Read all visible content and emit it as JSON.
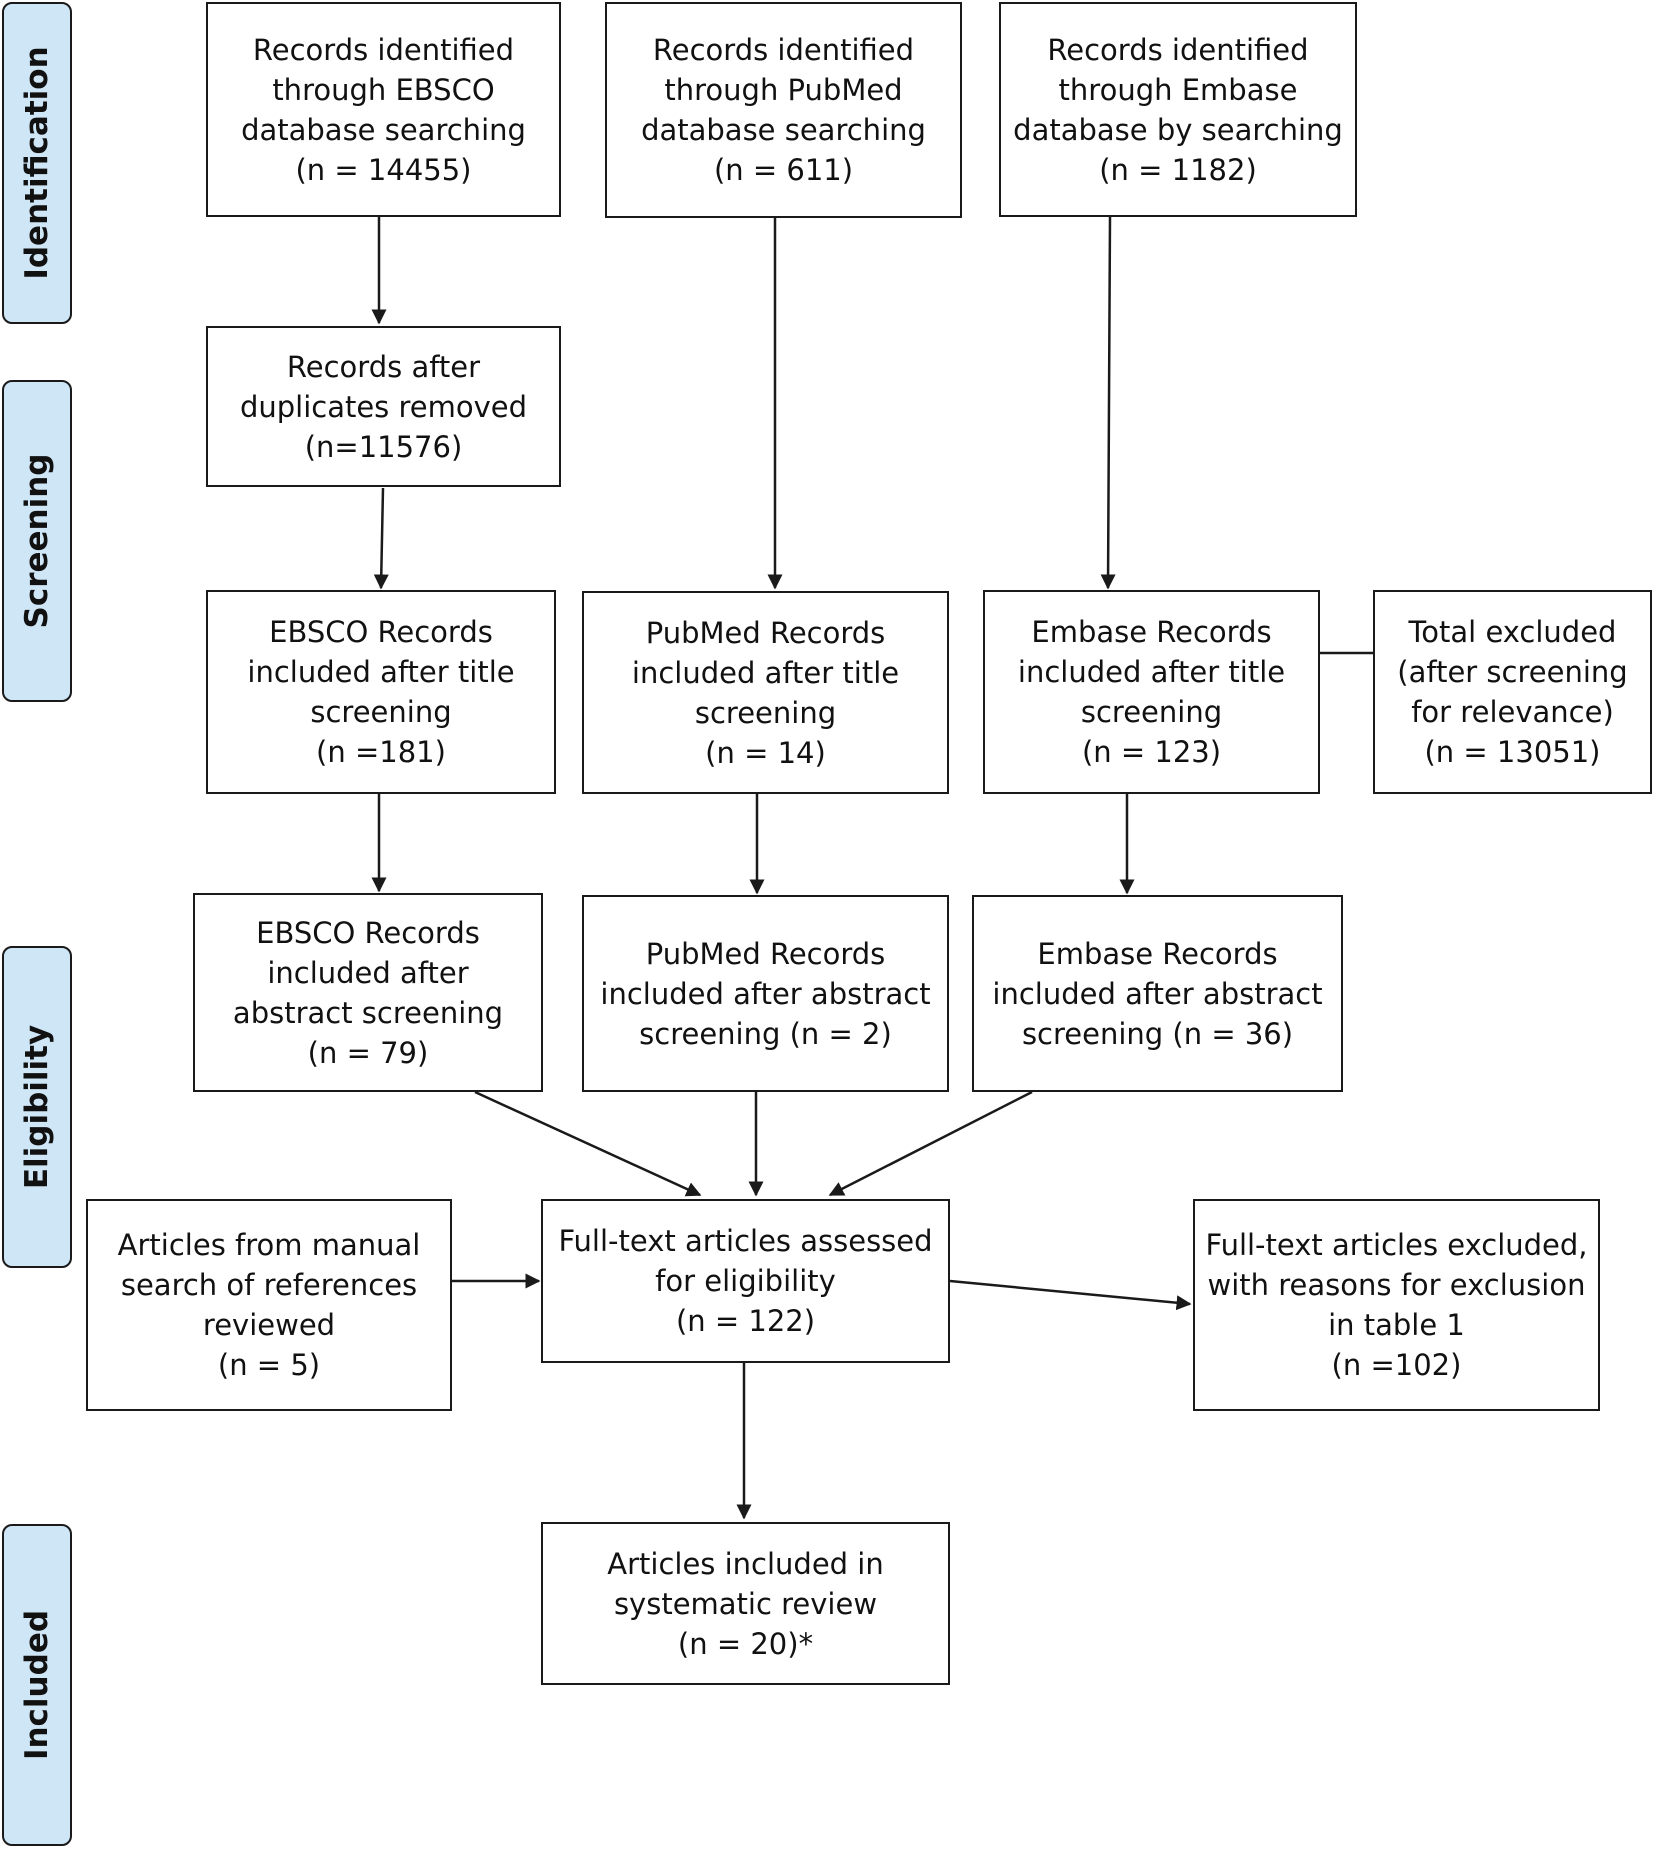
{
  "stages": {
    "identification": "Identification",
    "screening": "Screening",
    "eligibility": "Eligibility",
    "included": "Included"
  },
  "boxes": {
    "ebsco_identified": "Records identified\nthrough EBSCO\ndatabase searching\n(n = 14455)",
    "pubmed_identified": "Records identified\nthrough PubMed\ndatabase searching\n(n = 611)",
    "embase_identified": "Records identified\nthrough Embase\ndatabase by searching\n(n = 1182)",
    "duplicates_removed": "Records after\nduplicates removed\n(n=11576)",
    "ebsco_title": "EBSCO Records\nincluded after title\nscreening\n(n =181)",
    "pubmed_title": "PubMed Records\nincluded after title\nscreening\n(n = 14)",
    "embase_title": "Embase Records\nincluded after title\nscreening\n(n = 123)",
    "total_excluded": "Total excluded\n(after screening\nfor relevance)\n(n = 13051)",
    "ebsco_abstract": "EBSCO Records\nincluded after\nabstract screening\n(n = 79)",
    "pubmed_abstract": "PubMed Records\nincluded after abstract\nscreening (n = 2)",
    "embase_abstract": "Embase Records\nincluded after abstract\nscreening (n = 36)",
    "manual_search": "Articles from manual\nsearch of references\nreviewed\n(n = 5)",
    "fulltext_assessed": "Full-text articles assessed\nfor eligibility\n(n = 122)",
    "fulltext_excluded": "Full-text articles excluded,\nwith reasons for exclusion\nin table 1\n(n =102)",
    "included_review": "Articles included in\nsystematic review\n(n = 20)*"
  },
  "colors": {
    "stage_fill": "#cfe6f7",
    "border": "#1a1a1a",
    "text": "#111111"
  }
}
